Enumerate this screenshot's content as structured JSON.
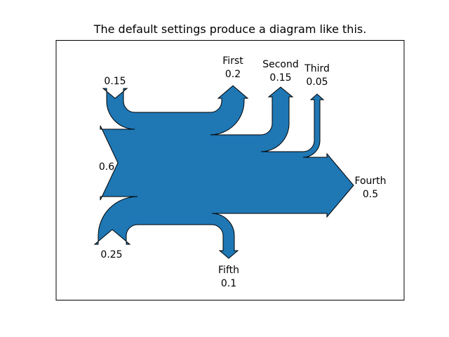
{
  "title": "The default settings produce a diagram like this.",
  "colors": {
    "flow_fill": "#1f77b4",
    "flow_stroke": "#000000",
    "frame_stroke": "#000000",
    "background": "#ffffff",
    "text": "#000000"
  },
  "sankey": {
    "type": "sankey",
    "flows": [
      {
        "id": "input-top",
        "kind": "input",
        "orientation": "from-top",
        "value": 0.15,
        "display": "0.15"
      },
      {
        "id": "input-left",
        "kind": "input",
        "orientation": "from-left",
        "value": 0.6,
        "display": "0.6"
      },
      {
        "id": "input-bottom",
        "kind": "input",
        "orientation": "from-bottom",
        "value": 0.25,
        "display": "0.25"
      },
      {
        "id": "first",
        "kind": "output",
        "orientation": "to-top",
        "name": "First",
        "value": 0.2,
        "display": "0.2"
      },
      {
        "id": "second",
        "kind": "output",
        "orientation": "to-top",
        "name": "Second",
        "value": 0.15,
        "display": "0.15"
      },
      {
        "id": "third",
        "kind": "output",
        "orientation": "to-top",
        "name": "Third",
        "value": 0.05,
        "display": "0.05"
      },
      {
        "id": "fourth",
        "kind": "output",
        "orientation": "to-right",
        "name": "Fourth",
        "value": 0.5,
        "display": "0.5"
      },
      {
        "id": "fifth",
        "kind": "output",
        "orientation": "to-bottom",
        "name": "Fifth",
        "value": 0.1,
        "display": "0.1"
      }
    ]
  }
}
